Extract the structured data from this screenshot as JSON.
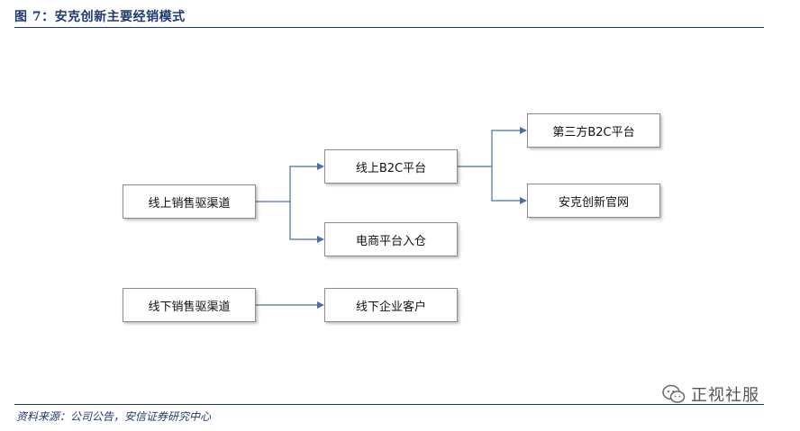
{
  "header": {
    "title": "图 7：安克创新主要经销模式"
  },
  "diagram": {
    "nodes": {
      "online_channel": "线上销售驱渠道",
      "b2c_platform": "线上B2C平台",
      "ecommerce_platform": "电商平台入仓",
      "third_party_b2c": "第三方B2C平台",
      "anker_official_site": "安克创新官网",
      "offline_channel": "线下销售驱渠道",
      "offline_enterprise_clients": "线下企业客户"
    },
    "edges": [
      [
        "online_channel",
        "b2c_platform"
      ],
      [
        "online_channel",
        "ecommerce_platform"
      ],
      [
        "b2c_platform",
        "third_party_b2c"
      ],
      [
        "b2c_platform",
        "anker_official_site"
      ],
      [
        "offline_channel",
        "offline_enterprise_clients"
      ]
    ]
  },
  "footer": {
    "source": "资料来源：公司公告，安信证券研究中心"
  },
  "watermark": {
    "label": "正视社服",
    "icon": "wechat-icon"
  },
  "colors": {
    "accent": "#1f3a6e",
    "box_border": "#8a8a8a",
    "connector": "#4a6fa5"
  }
}
